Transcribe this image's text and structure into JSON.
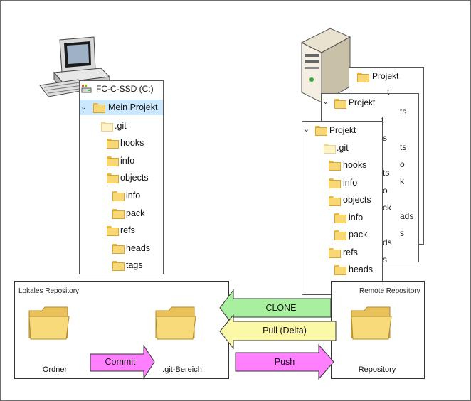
{
  "local_tree": {
    "drive": "FC-C-SSD (C:)",
    "project": "Mein Projekt",
    "items": [
      ".git",
      "hooks",
      "info",
      "objects",
      "info",
      "pack",
      "refs",
      "heads",
      "tags"
    ]
  },
  "remote_trees": {
    "back": {
      "title": "Projekt",
      "partial": [
        "t",
        "ts",
        "ts",
        "o",
        "k",
        "ads",
        "s"
      ]
    },
    "middle": {
      "title": "Projekt",
      "partial": [
        "t",
        "s",
        "ts",
        "o",
        "ck",
        "ds",
        "s"
      ]
    },
    "front": {
      "title": "Projekt",
      "items": [
        ".git",
        "hooks",
        "info",
        "objects",
        "info",
        "pack",
        "refs",
        "heads"
      ]
    }
  },
  "local_repo": {
    "title": "Lokales Repository",
    "folder1_label": "Ordner",
    "folder2_label": ".git-Bereich",
    "commit_label": "Commit"
  },
  "remote_repo": {
    "title": "Remote Repository",
    "folder_label": "Repository"
  },
  "arrows": {
    "clone": "CLONE",
    "pull": "Pull (Delta)",
    "push": "Push"
  },
  "colors": {
    "clone": "#a8f0a0",
    "pull": "#fbf9a8",
    "push": "#ff80ff",
    "commit": "#ff80ff",
    "selection": "#cce8ff",
    "folder": "#f8d775"
  },
  "icons": [
    "computer-icon",
    "server-icon",
    "folder-icon",
    "chevron-down-icon",
    "drive-icon"
  ]
}
